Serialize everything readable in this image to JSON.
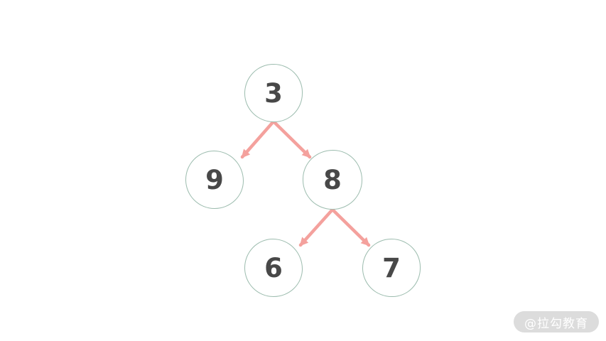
{
  "diagram": {
    "type": "binary-tree",
    "description": "Hand-drawn style binary tree with five nodes",
    "nodes": [
      {
        "id": "n3",
        "label": "3",
        "level": 0
      },
      {
        "id": "n9",
        "label": "9",
        "level": 1,
        "parent": "3",
        "side": "left"
      },
      {
        "id": "n8",
        "label": "8",
        "level": 1,
        "parent": "3",
        "side": "right"
      },
      {
        "id": "n6",
        "label": "6",
        "level": 2,
        "parent": "8",
        "side": "left"
      },
      {
        "id": "n7",
        "label": "7",
        "level": 2,
        "parent": "8",
        "side": "right"
      }
    ],
    "edges": [
      {
        "from": "3",
        "to": "9"
      },
      {
        "from": "3",
        "to": "8"
      },
      {
        "from": "8",
        "to": "6"
      },
      {
        "from": "8",
        "to": "7"
      }
    ],
    "colors": {
      "background": "#ffffff",
      "node_stroke": "#9cbcae",
      "node_fill": "#ffffff",
      "node_text": "#484848",
      "edge_arrow": "#f4a19d"
    }
  },
  "watermark": {
    "text": "@拉勾教育",
    "background": "#dcdcdc",
    "text_color": "#ffffff"
  }
}
